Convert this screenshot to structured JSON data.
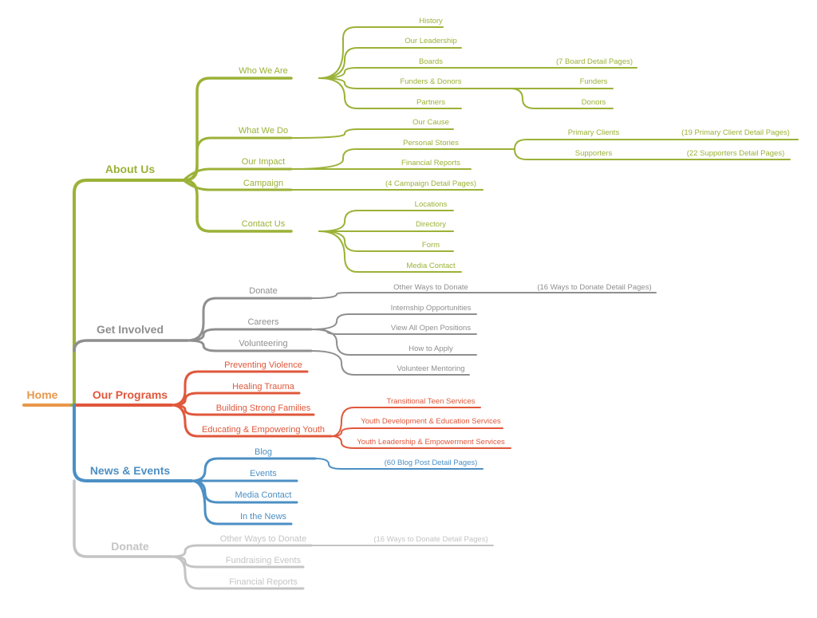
{
  "colors": {
    "root": "#E9974A",
    "about": "#9BB237",
    "involved": "#8F8F8F",
    "programs": "#E0573B",
    "news": "#4C8FC4",
    "donate": "#C4C4C4"
  },
  "root": {
    "label": "Home"
  },
  "about": {
    "label": "About Us",
    "who": {
      "label": "Who We Are",
      "history": "History",
      "leadership": "Our Leadership",
      "boards": "Boards",
      "boards_detail": "(7 Board Detail Pages)",
      "funders_donors": "Funders & Donors",
      "funders": "Funders",
      "donors": "Donors",
      "partners": "Partners"
    },
    "what": {
      "label": "What We Do",
      "cause": "Our Cause"
    },
    "impact": {
      "label": "Our Impact",
      "stories": "Personal Stories",
      "primary": "Primary Clients",
      "primary_detail": "(19 Primary Client Detail Pages)",
      "supporters": "Supporters",
      "supporters_detail": "(22 Supporters Detail Pages)",
      "financial": "Financial Reports"
    },
    "campaign": {
      "label": "Campaign",
      "detail": "(4 Campaign Detail Pages)"
    },
    "contact": {
      "label": "Contact Us",
      "locations": "Locations",
      "directory": "Directory",
      "form": "Form",
      "media": "Media Contact"
    }
  },
  "involved": {
    "label": "Get Involved",
    "donate": {
      "label": "Donate",
      "other": "Other Ways to Donate",
      "detail": "(16 Ways to Donate Detail Pages)"
    },
    "careers": {
      "label": "Careers",
      "internship": "Internship Opportunities",
      "positions": "View All Open Positions",
      "apply": "How to Apply"
    },
    "volunteering": {
      "label": "Volunteering",
      "mentoring": "Volunteer Mentoring"
    }
  },
  "programs": {
    "label": "Our Programs",
    "violence": "Preventing Violence",
    "trauma": "Healing Trauma",
    "families": "Building Strong Families",
    "youth": {
      "label": "Educating & Empowering Youth",
      "teen": "Transitional Teen Services",
      "development": "Youth Development & Education Services",
      "leadership": "Youth Leadership & Empowerment Services"
    }
  },
  "news": {
    "label": "News & Events",
    "blog": {
      "label": "Blog",
      "detail": "(60 Blog Post Detail Pages)"
    },
    "events": "Events",
    "media": "Media Contact",
    "inthenews": "In the News"
  },
  "donate": {
    "label": "Donate",
    "other": {
      "label": "Other Ways to Donate",
      "detail": "(16 Ways to Donate Detail Pages)"
    },
    "fundraising": "Fundraising Events",
    "financial": "Financial Reports"
  }
}
